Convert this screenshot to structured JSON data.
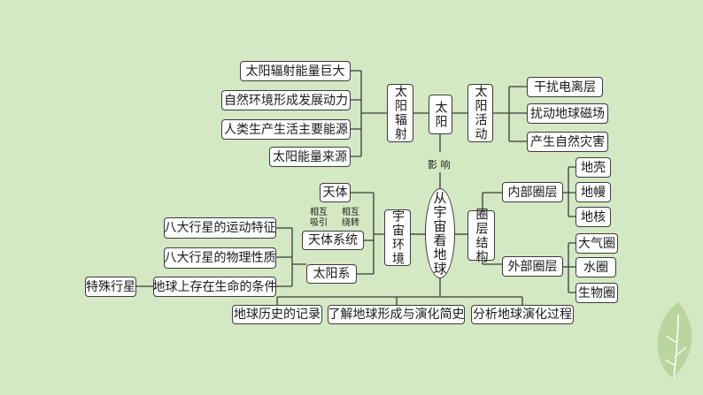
{
  "center": "从宇宙看地球",
  "influence_label": "影 响",
  "sun": {
    "title": "太阳",
    "radiation": "太阳辐射",
    "radiation_items": [
      "太阳辐射能量巨大",
      "自然环境形成发展动力",
      "人类生产生活主要能源",
      "太阳能量来源"
    ],
    "activity": "太阳活动",
    "activity_items": [
      "干扰电离层",
      "扰动地球磁场",
      "产生自然灾害"
    ]
  },
  "universe": {
    "title": "宇宙环境",
    "celestial_body": "天体",
    "celestial_system": "天体系统",
    "solar_system": "太阳系",
    "attract_label": "相互\n吸引",
    "orbit_label": "相互\n绕转",
    "planet_items": [
      "八大行星的运动特征",
      "八大行星的物理性质",
      "地球上存在生命的条件"
    ],
    "special_planet": "特殊行星"
  },
  "spheres": {
    "title": "圈层结构",
    "internal": "内部圈层",
    "internal_items": [
      "地壳",
      "地幔",
      "地核"
    ],
    "external": "外部圈层",
    "external_items": [
      "大气圈",
      "水圈",
      "生物圈"
    ]
  },
  "history": [
    "地球历史的记录",
    "了解地球形成与演化简史",
    "分析地球演化过程"
  ],
  "colors": {
    "background": "#d4e8c4",
    "line": "#3b3b3b",
    "leaf": "#b9d69e"
  }
}
